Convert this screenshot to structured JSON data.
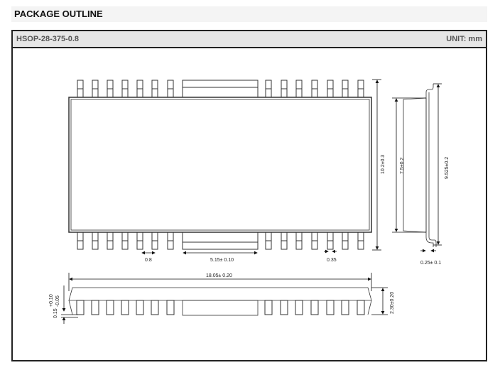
{
  "title": "PACKAGE OUTLINE",
  "package": "HSOP-28-375-0.8",
  "unit": "UNIT: mm",
  "dims": {
    "pitch": "0.8",
    "tab_width": "5.15± 0.10",
    "lead_width": "0.35",
    "overall_width": "10.2±0.3",
    "body_width": "7.5±0.2",
    "lead_span": "9.525±0.2",
    "lead_thickness": "0.25± 0.1",
    "body_length": "18.05± 0.20",
    "height": "2.30±0.20",
    "standoff": "0.15",
    "standoff_tol_plus": "+0.10",
    "standoff_tol_minus": "-0.05"
  }
}
